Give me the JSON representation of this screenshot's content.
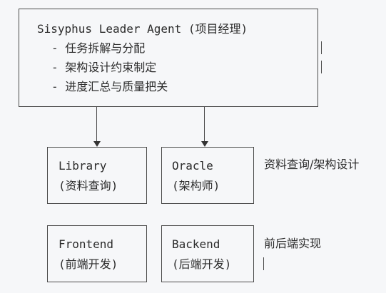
{
  "leader": {
    "title": "Sisyphus Leader Agent (项目经理)",
    "items": [
      "- 任务拆解与分配",
      "- 架构设计约束制定",
      "- 进度汇总与质量把关"
    ]
  },
  "agents": {
    "library": {
      "name": "Library",
      "role": "(资料查询)"
    },
    "oracle": {
      "name": "Oracle",
      "role": "(架构师)"
    },
    "frontend": {
      "name": "Frontend",
      "role": "(前端开发)"
    },
    "backend": {
      "name": "Backend",
      "role": "(后端开发)"
    }
  },
  "annotations": {
    "row1": "资料查询/架构设计",
    "row2": "前后端实现"
  }
}
